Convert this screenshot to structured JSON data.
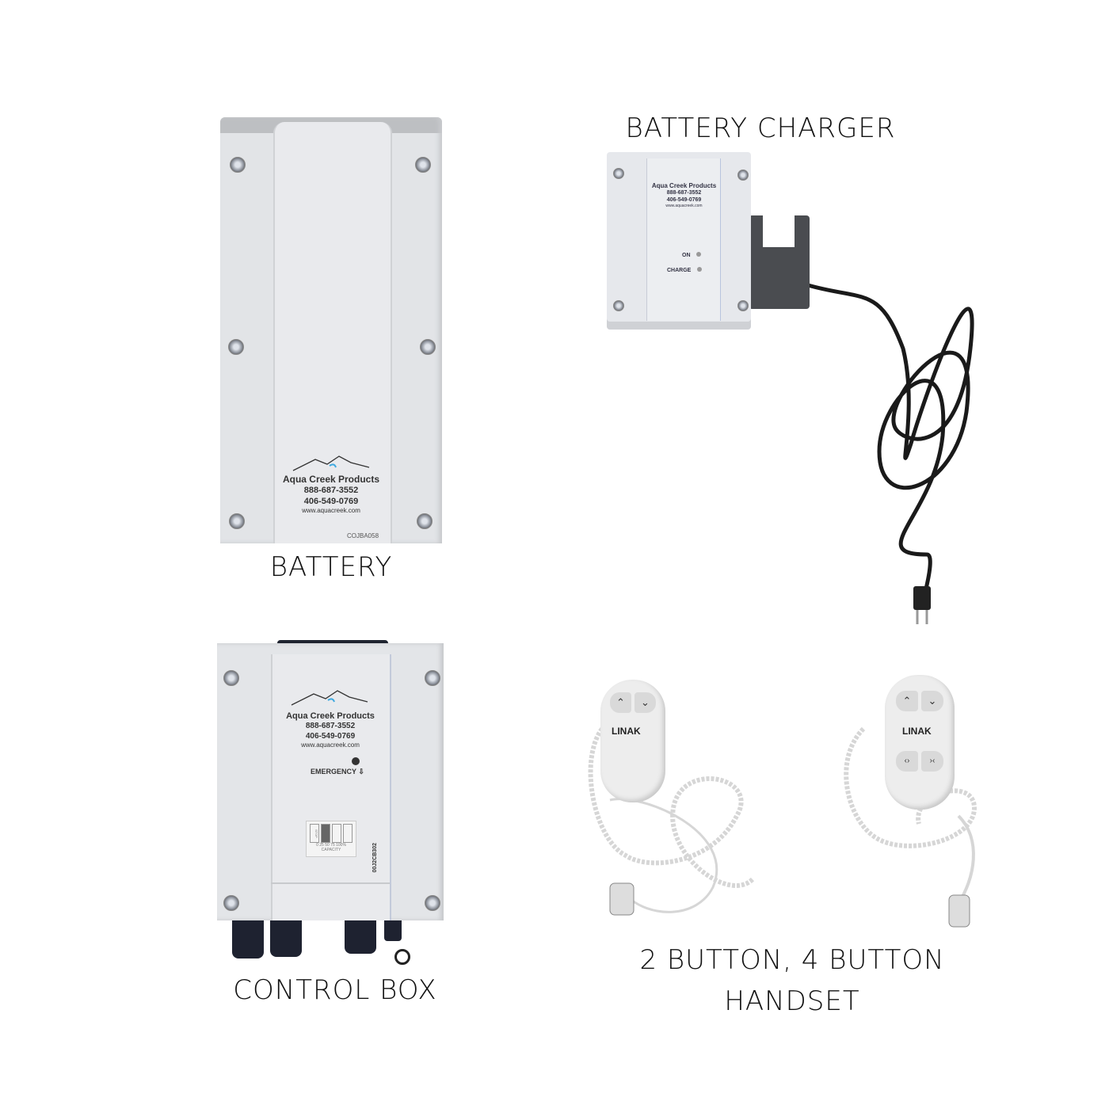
{
  "captions": {
    "battery": "BATTERY",
    "charger": "BATTERY CHARGER",
    "control_box": "CONTROL BOX",
    "handset_line1": "2 BUTTON, 4 BUTTON",
    "handset_line2": "HANDSET"
  },
  "label": {
    "brand": "Aqua Creek Products",
    "phone1": "888-687-3552",
    "phone2": "406-549-0769",
    "website": "www.aquacreek.com"
  },
  "battery": {
    "part_no": "COJBA058"
  },
  "charger": {
    "on_label": "ON",
    "charge_label": "CHARGE"
  },
  "control_box": {
    "emergency_label": "EMERGENCY",
    "part_no": "00J2CB302",
    "capacity_label": "CAPACITY",
    "capacity_ticks": "0  25  50  75  100%",
    "stop_label": "STOP"
  },
  "handset": {
    "brand": "LINAK"
  },
  "colors": {
    "device_body": "#e4e6ea",
    "cord": "#1a1a1a",
    "handset_cord": "#d8d8d8"
  }
}
